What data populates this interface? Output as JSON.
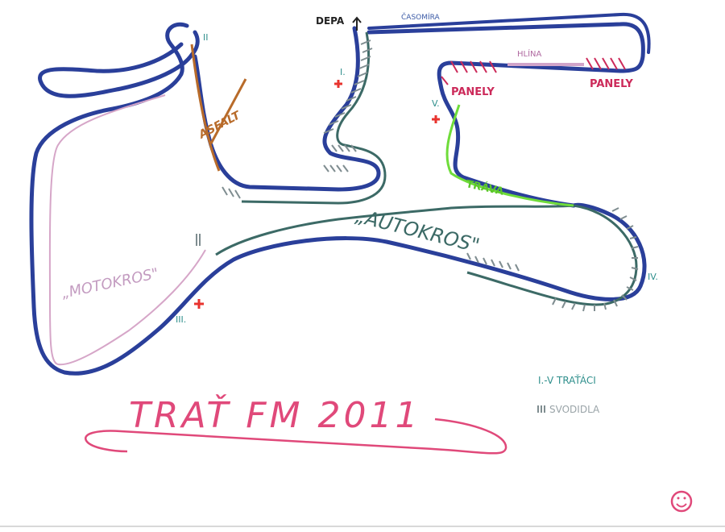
{
  "title": "TRAŤ FM 2011",
  "colors": {
    "track_outline": "#2a3f9a",
    "track_outline_dark": "#1f2f7a",
    "autocross_line": "#3c6a66",
    "motocross_line": "#d6a6c8",
    "asphalt": "#b86b2a",
    "grass": "#6fdc3a",
    "clay": "#d1a4c9",
    "panels": "#cc2a5a",
    "title": "#e0497a",
    "marshal_label": "#2f8f8c",
    "barrier": "#7f8d90",
    "flag": "#e8332e"
  },
  "sections": {
    "depa": "DEPA",
    "casomira": "ČASOMÍRA",
    "hlina": "HLÍNA",
    "panely_right": "PANELY",
    "panely_left": "PANELY",
    "asfalt": "ASFALT",
    "trava": "TRÁVA",
    "autokros": "„AUTOKROS\"",
    "motokros": "„MOTOKROS\""
  },
  "marshals": {
    "i": "I.",
    "ii": "II",
    "iii": "III.",
    "iv": "IV.",
    "v": "V."
  },
  "legend": {
    "marshals": "I.-V TRAŤÁCI",
    "barriers": "SVODIDLA"
  }
}
